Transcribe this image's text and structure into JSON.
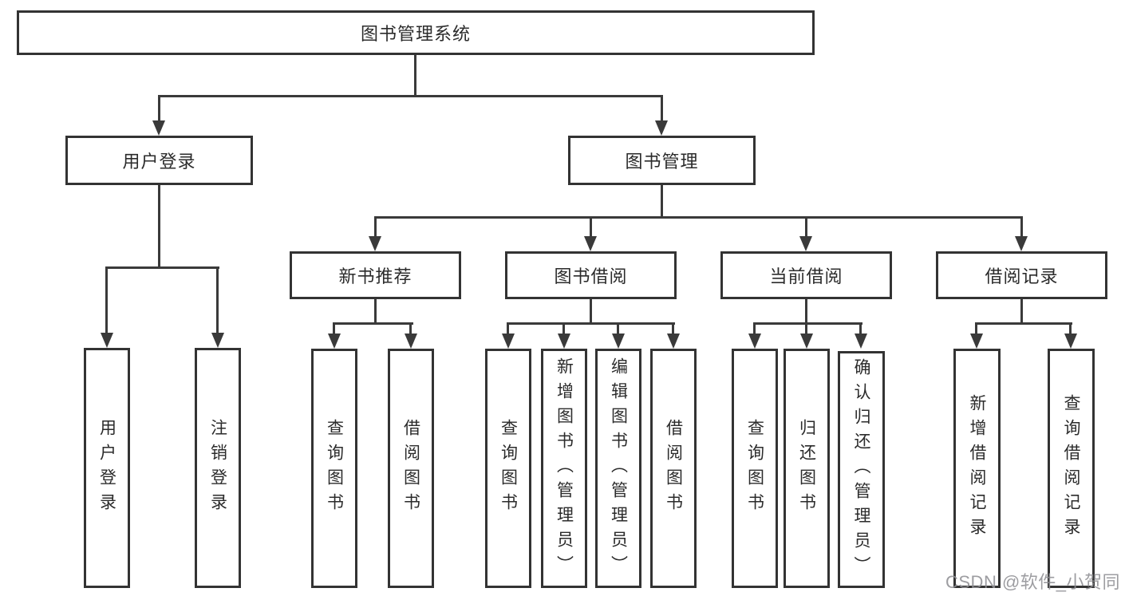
{
  "tree": {
    "label": "图书管理系统",
    "children": [
      {
        "label": "用户登录",
        "children": [
          {
            "label": "用户登录"
          },
          {
            "label": "注销登录"
          }
        ]
      },
      {
        "label": "图书管理",
        "children": [
          {
            "label": "新书推荐",
            "children": [
              {
                "label": "查询图书"
              },
              {
                "label": "借阅图书"
              }
            ]
          },
          {
            "label": "图书借阅",
            "children": [
              {
                "label": "查询图书"
              },
              {
                "label": "新增图书（管理员）"
              },
              {
                "label": "编辑图书（管理员）"
              },
              {
                "label": "借阅图书"
              }
            ]
          },
          {
            "label": "当前借阅",
            "children": [
              {
                "label": "查询图书"
              },
              {
                "label": "归还图书"
              },
              {
                "label": "确认归还（管理员）"
              }
            ]
          },
          {
            "label": "借阅记录",
            "children": [
              {
                "label": "新增借阅记录"
              },
              {
                "label": "查询借阅记录"
              }
            ]
          }
        ]
      }
    ]
  },
  "watermark": "CSDN @软件_小贺同学",
  "colors": {
    "line": "#3a3a3a",
    "box_border": "#333333",
    "text": "#2b2b2b",
    "watermark": "#909094",
    "background": "#ffffff"
  }
}
